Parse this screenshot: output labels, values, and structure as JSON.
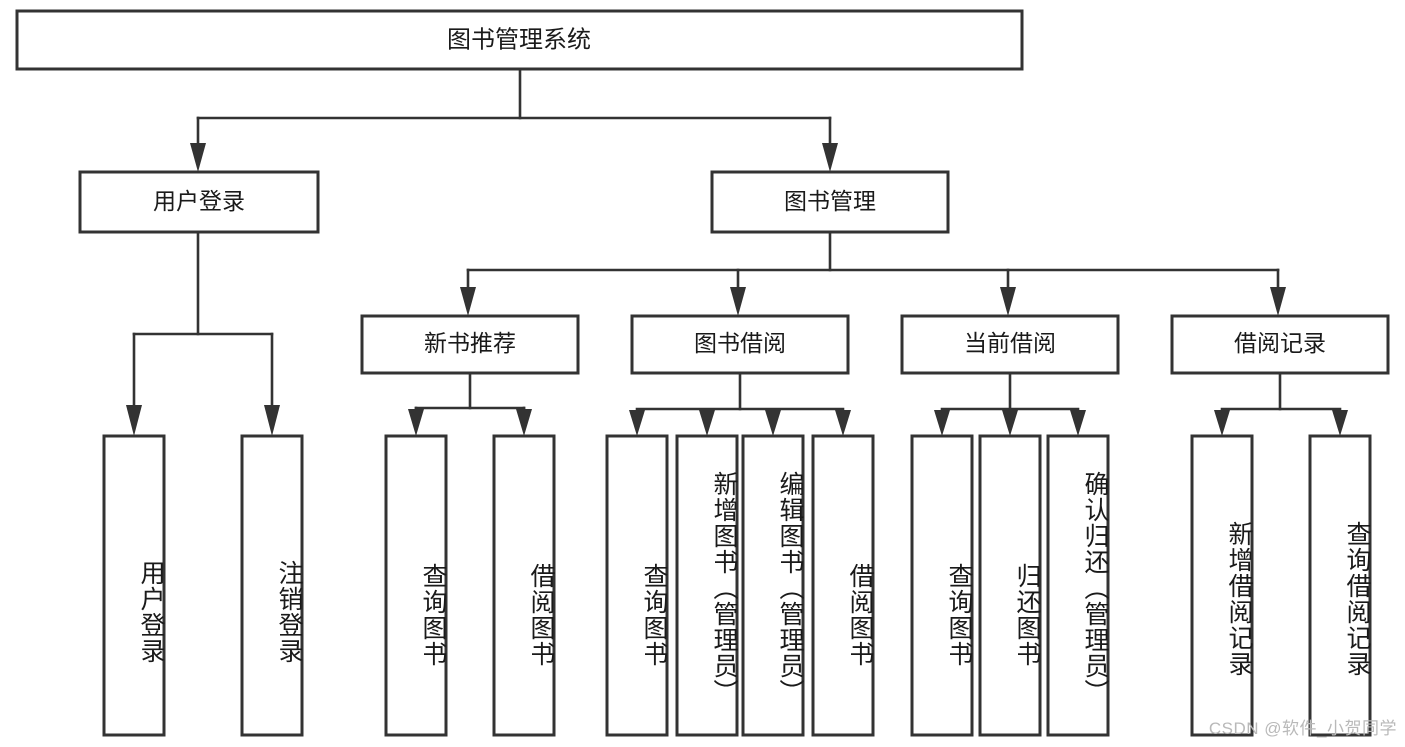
{
  "diagram": {
    "type": "tree-hierarchy",
    "title": "图书管理系统",
    "watermark": "CSDN @软件_小贺同学",
    "colors": {
      "box_stroke": "#333333",
      "box_fill": "#ffffff",
      "text": "#1a1a1a",
      "edge": "#333333",
      "watermark": "#b9b9b9",
      "background": "#ffffff"
    },
    "root": {
      "label": "图书管理系统"
    },
    "level2": [
      {
        "label": "用户登录"
      },
      {
        "label": "图书管理"
      }
    ],
    "level3": [
      {
        "label": "新书推荐"
      },
      {
        "label": "图书借阅"
      },
      {
        "label": "当前借阅"
      },
      {
        "label": "借阅记录"
      }
    ],
    "leaves": {
      "user_login": [
        {
          "label": "用户登录"
        },
        {
          "label": "注销登录"
        }
      ],
      "new_book_recommend": [
        {
          "label": "查询图书"
        },
        {
          "label": "借阅图书"
        }
      ],
      "book_borrow": [
        {
          "label": "查询图书"
        },
        {
          "label": "新增图书（管理员）"
        },
        {
          "label": "编辑图书（管理员）"
        },
        {
          "label": "借阅图书"
        }
      ],
      "current_borrow": [
        {
          "label": "查询图书"
        },
        {
          "label": "归还图书"
        },
        {
          "label": "确认归还（管理员）"
        }
      ],
      "borrow_record": [
        {
          "label": "新增借阅记录"
        },
        {
          "label": "查询借阅记录"
        }
      ]
    }
  }
}
